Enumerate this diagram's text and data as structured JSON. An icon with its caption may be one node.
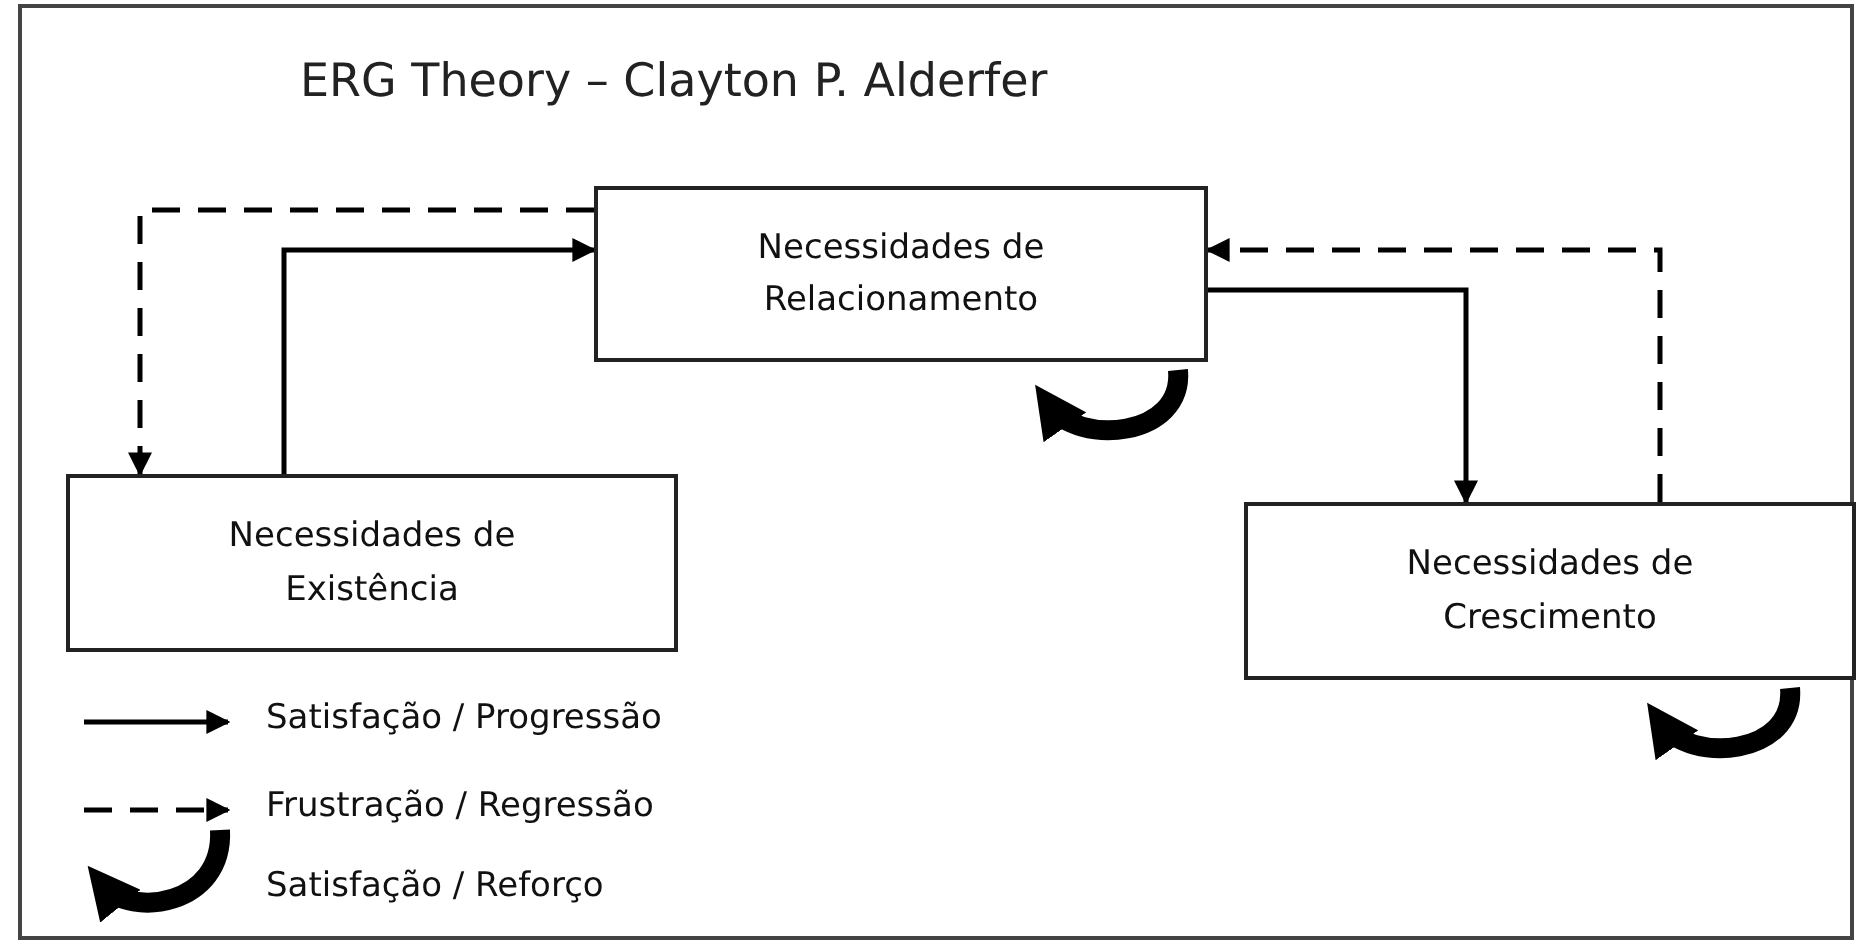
{
  "diagram": {
    "title": "ERG Theory – Clayton P. Alderfer",
    "nodes": [
      {
        "text": [
          "Necessidades de Relacionamento"
        ]
      },
      {
        "text": [
          "Necessidades de Existência"
        ]
      },
      {
        "text": [
          "Necessidades de Crescimento"
        ]
      }
    ],
    "edges": [
      {
        "from": 1,
        "to": 0,
        "arrow": "to"
      },
      {
        "from": 0,
        "to": 1,
        "arrow": "to",
        "style": "dashed"
      },
      {
        "from": 0,
        "to": 2,
        "arrow": "to"
      },
      {
        "from": 2,
        "to": 0,
        "arrow": "to",
        "style": "dashed"
      }
    ],
    "legend": [
      {
        "text": "Satisfação / Progressão"
      },
      {
        "text": "Frustração / Regressão"
      },
      {
        "text": "Satisfação / Reforço"
      }
    ]
  }
}
